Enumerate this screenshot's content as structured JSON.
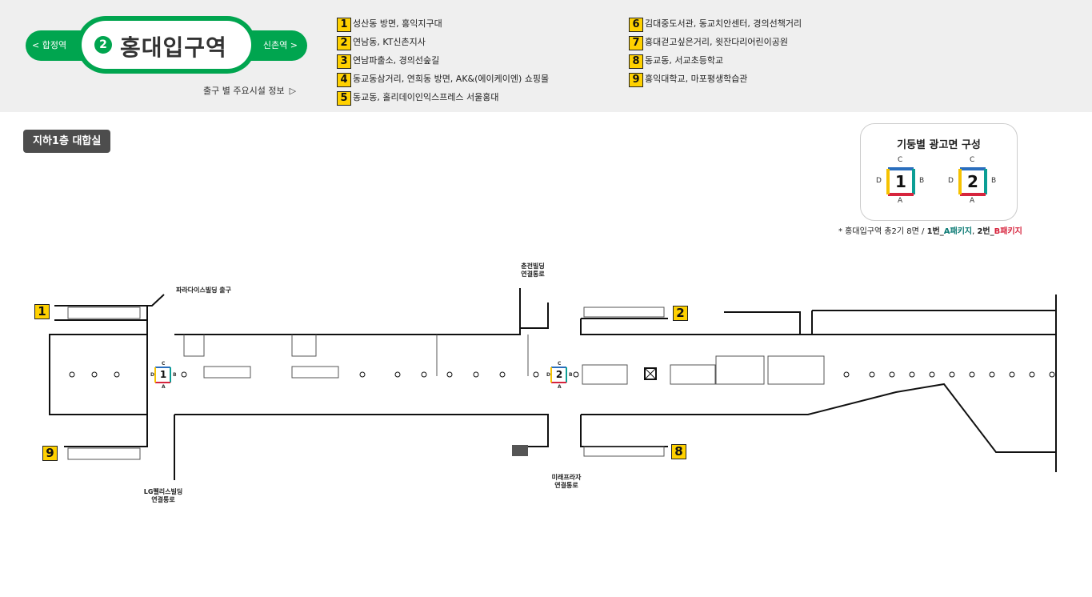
{
  "header": {
    "prev_station": "< 합정역",
    "next_station": "신촌역 >",
    "line_number": "2",
    "station_name": "홍대입구역",
    "exit_info_link": "출구 별 주요시설 정보",
    "exit_info_arrow": "▷",
    "line_color": "#00a54f"
  },
  "exits_col1": [
    {
      "number": "1",
      "text": "성산동 방면, 홍익지구대"
    },
    {
      "number": "2",
      "text": "연남동, KT신촌지사"
    },
    {
      "number": "3",
      "text": "연남파출소, 경의선숲길"
    },
    {
      "number": "4",
      "text": "동교동삼거리, 연희동 방면, AK&(에이케이엔) 쇼핑몰"
    },
    {
      "number": "5",
      "text": "동교동, 홀리데이인익스프레스 서울홍대"
    }
  ],
  "exits_col2": [
    {
      "number": "6",
      "text": "김대중도서관, 동교치안센터, 경의선책거리"
    },
    {
      "number": "7",
      "text": "홍대걷고싶은거리, 윗잔다리어린이공원"
    },
    {
      "number": "8",
      "text": "동교동, 서교초등학교"
    },
    {
      "number": "9",
      "text": "홍익대학교, 마포평생학습관"
    }
  ],
  "floor_label": "지하1층 대합실",
  "legend": {
    "title": "기둥별 광고면 구성",
    "pillar1": {
      "number": "1",
      "top": "C",
      "right": "B",
      "bottom": "A",
      "left": "D"
    },
    "pillar2": {
      "number": "2",
      "top": "C",
      "right": "B",
      "bottom": "A",
      "left": "D"
    },
    "note_prefix": "* 홍대입구역 총2기 8면 / ",
    "note_1": "1번_",
    "note_pkgA": "A패키지",
    "note_sep": ", ",
    "note_2": "2번_",
    "note_pkgB": "B패키지",
    "color_teal": "#0b7a74",
    "color_red": "#d6243d",
    "color_yellow": "#f6c200",
    "color_blue": "#2a6ebd"
  },
  "map": {
    "exit1": "1",
    "exit2": "2",
    "exit8": "8",
    "exit9": "9",
    "label_paradise": "파라다이스빌딩 출구",
    "label_chunjeon_1": "춘전빌딩",
    "label_chunjeon_2": "연결통로",
    "label_lg_1": "LG펠리스빌딩",
    "label_lg_2": "연결통로",
    "label_mirae_1": "미래프라자",
    "label_mirae_2": "연결통로",
    "pillar1": "1",
    "pillar2": "2",
    "p_top": "C",
    "p_left": "D",
    "p_right": "B",
    "p_bottom": "A"
  }
}
